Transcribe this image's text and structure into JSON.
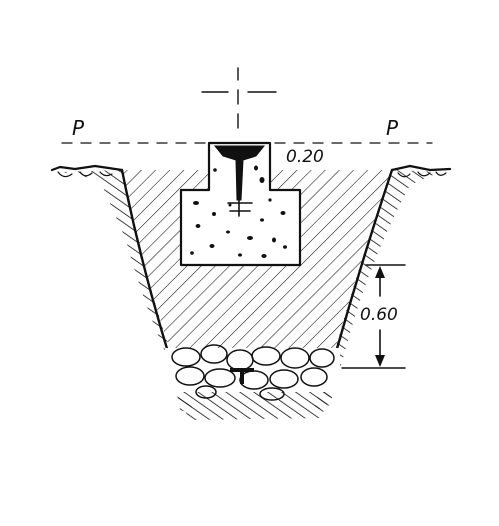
{
  "diagram": {
    "labels": {
      "plane_left": "P",
      "plane_right": "P",
      "width_dim": "0.20",
      "depth_dim": "0.60"
    },
    "colors": {
      "ink": "#111111",
      "paper": "#ffffff"
    }
  }
}
